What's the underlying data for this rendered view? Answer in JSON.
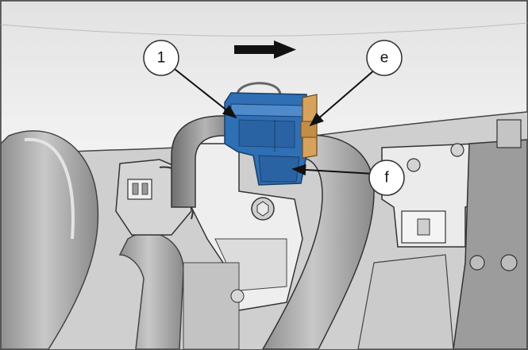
{
  "figure": {
    "callouts": [
      {
        "id": "1",
        "label": "1"
      },
      {
        "id": "e",
        "label": "e"
      },
      {
        "id": "f",
        "label": "f"
      }
    ],
    "colors": {
      "connector": "#2f6fb5",
      "tab": "#d6a25c",
      "shroud": "#ebebeb",
      "hose": "#a8a8a8",
      "arrow": "#111111"
    },
    "icons": [
      "direction-arrow-icon",
      "callout-leader-arrow"
    ]
  }
}
